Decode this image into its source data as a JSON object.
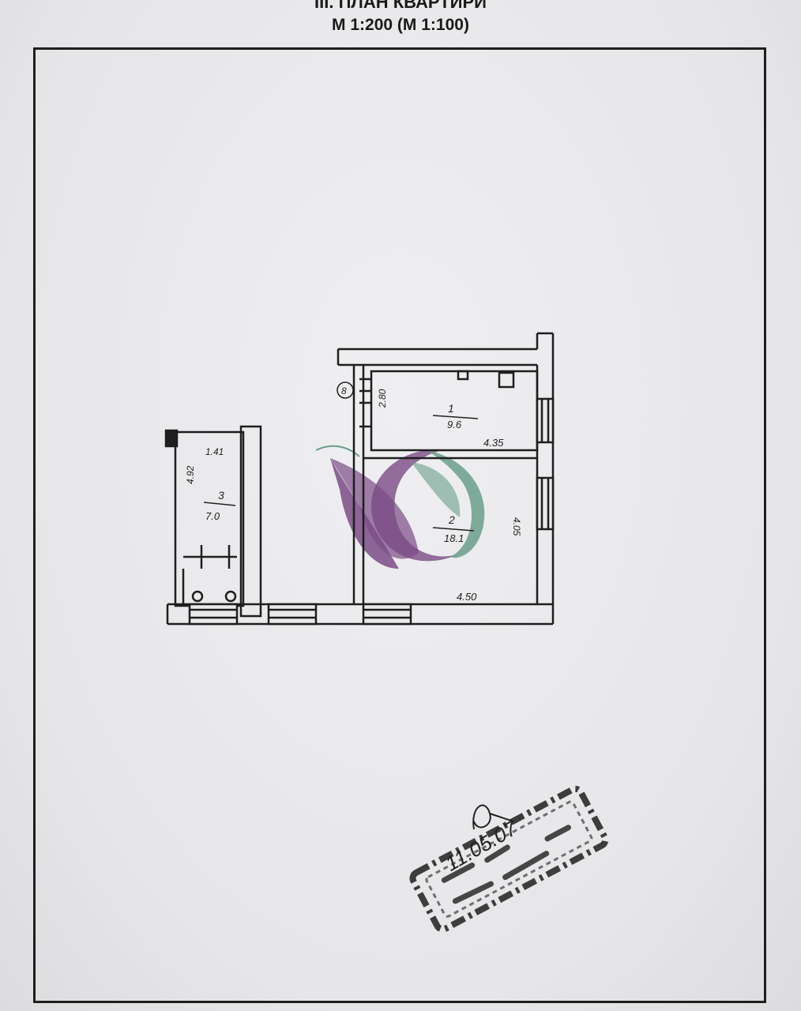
{
  "document": {
    "title": "III. ПЛАН КВАРТИРИ",
    "scale": "М 1:200 (М 1:100)"
  },
  "rooms": [
    {
      "number": "1",
      "area": "9.6",
      "dim_width": "4.35",
      "dim_depth": "2.80"
    },
    {
      "number": "2",
      "area": "18.1",
      "dim_width": "4.50",
      "dim_depth": "4.05"
    },
    {
      "number": "3",
      "area": "7.0",
      "dim_width": "1.41",
      "dim_depth": "4.92"
    }
  ],
  "marker": "8",
  "stamp": {
    "date": "11.05.07",
    "signature": "signature"
  },
  "colors": {
    "ink": "#1e1e1e",
    "paper": "#e9e9eb",
    "logo_purple": "#7a4b86",
    "logo_green": "#6a9e8a"
  }
}
